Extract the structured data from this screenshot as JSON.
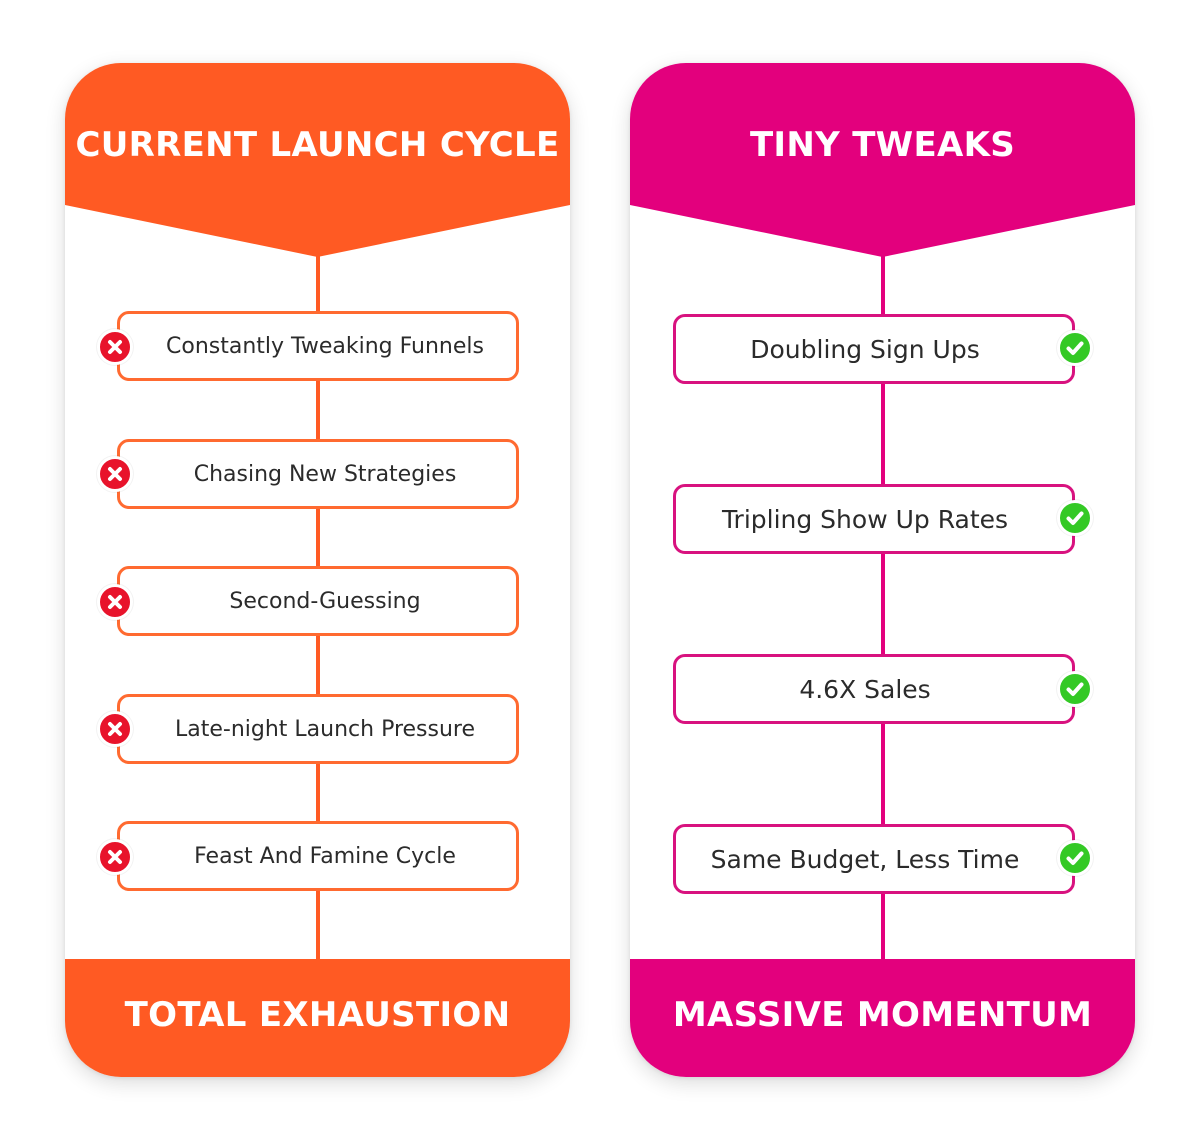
{
  "left": {
    "title": "CURRENT LAUNCH CYCLE",
    "footer": "TOTAL EXHAUSTION",
    "color": "#ff5a23",
    "items": [
      {
        "label": "Constantly Tweaking Funnels"
      },
      {
        "label": "Chasing New Strategies"
      },
      {
        "label": "Second-Guessing"
      },
      {
        "label": "Late-night Launch Pressure"
      },
      {
        "label": "Feast And Famine Cycle"
      }
    ],
    "icon": "x-circle-icon"
  },
  "right": {
    "title": "TINY TWEAKS",
    "footer": "MASSIVE MOMENTUM",
    "color": "#e3007d",
    "items": [
      {
        "label": "Doubling Sign Ups"
      },
      {
        "label": "Tripling Show Up Rates"
      },
      {
        "label": "4.6X Sales"
      },
      {
        "label": "Same Budget, Less Time"
      }
    ],
    "icon": "check-circle-icon"
  }
}
